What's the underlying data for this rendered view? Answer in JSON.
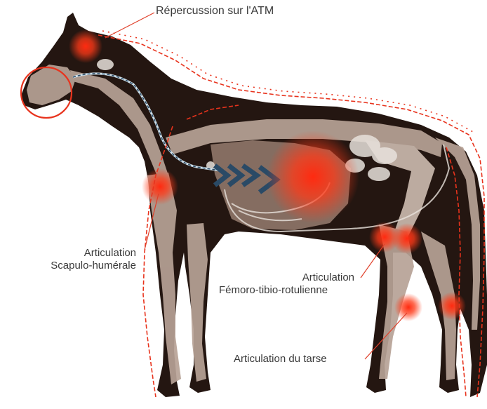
{
  "labels": {
    "atm": "Répercussion sur l'ATM",
    "scapulo_line1": "Articulation",
    "scapulo_line2": "Scapulo-humérale",
    "femoro_line1": "Articulation",
    "femoro_line2": "Fémoro-tibio-rotulienne",
    "tarse": "Articulation du tarse"
  },
  "colors": {
    "horse_body": "#241611",
    "bone": "#b7a296",
    "bone_light": "#e8e2dc",
    "pain_red": "#ff2a10",
    "chevron_red": "#e8331d",
    "digestive_arrow": "#2a4a66",
    "leader_line": "#e0402a",
    "text": "#3a3a3a"
  },
  "icons": {
    "pain_spot": "radial-glow",
    "chain_arrow": "chevron-chain",
    "focus_circle": "circle-outline"
  }
}
